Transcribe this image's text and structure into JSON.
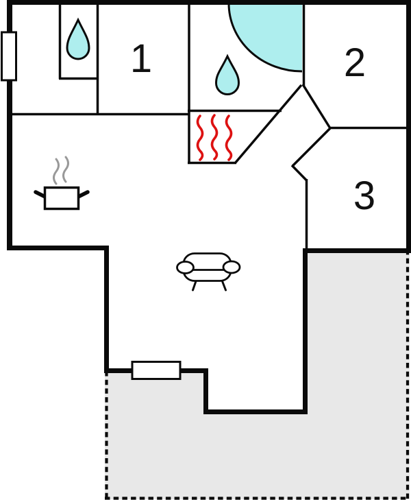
{
  "floorplan": {
    "rooms": [
      {
        "id": "room-1",
        "label": "1"
      },
      {
        "id": "room-2",
        "label": "2"
      },
      {
        "id": "room-3",
        "label": "3"
      }
    ],
    "icons": [
      {
        "name": "water-drop-icon",
        "meaning": "WC / bathroom water drop",
        "count": 2
      },
      {
        "name": "shower-icon",
        "meaning": "corner shower quarter-circle",
        "count": 1
      },
      {
        "name": "sauna-heat-icon",
        "meaning": "sauna heat waves",
        "count": 1
      },
      {
        "name": "cooking-pot-icon",
        "meaning": "kitchen stove pot",
        "count": 1
      },
      {
        "name": "steam-icon",
        "meaning": "steam above pot",
        "count": 1
      },
      {
        "name": "sofa-icon",
        "meaning": "living room sofa",
        "count": 1
      },
      {
        "name": "window-icon",
        "meaning": "window opening in wall",
        "count": 2
      }
    ],
    "colors": {
      "wall": "#0a0a0a",
      "water": "#aeeeee",
      "heat": "#dd1111",
      "steam": "#999999",
      "terrace_fill": "#e8e8e8",
      "background": "#ffffff",
      "label": "#111111"
    }
  }
}
